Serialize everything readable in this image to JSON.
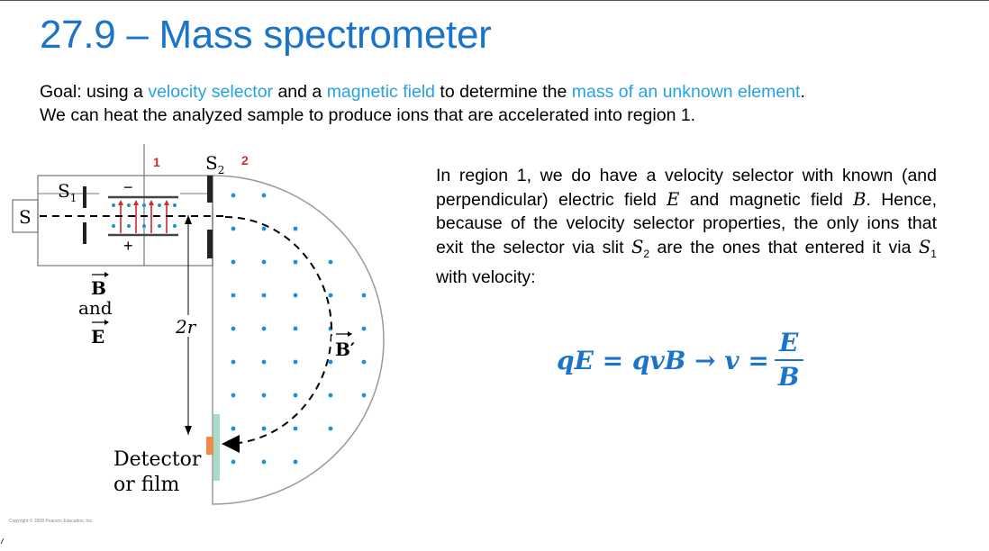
{
  "slide": {
    "title": "27.9 – Mass spectrometer",
    "goal_parts": [
      {
        "text": "Goal: using a ",
        "highlight": false
      },
      {
        "text": "velocity selector",
        "highlight": true
      },
      {
        "text": " and a ",
        "highlight": false
      },
      {
        "text": "magnetic field",
        "highlight": true
      },
      {
        "text": " to determine the ",
        "highlight": false
      },
      {
        "text": "mass of an unknown element",
        "highlight": true
      },
      {
        "text": ".",
        "highlight": false
      }
    ],
    "goal_line2": "We can heat the analyzed sample to  produce ions that are accelerated into region 1.",
    "highlight_color": "#26a2e3",
    "title_color": "#1a74c9"
  },
  "diagram": {
    "region_1_label": "1",
    "region_2_label": "2",
    "source_label": "S",
    "slit1_label": "S",
    "slit1_sub": "1",
    "slit2_label": "S",
    "slit2_sub": "2",
    "plate_minus": "−",
    "plate_plus": "+",
    "field_B_label": "B",
    "and_label": "and",
    "field_E_label": "E",
    "radius_label": "2r",
    "field_Bprime_label": "B′",
    "detector_line1": "Detector",
    "detector_line2": "or film",
    "dot_color": "#1d8fd6",
    "red_label_color": "#d12a2a",
    "detector_color": "#f08a4b",
    "film_color": "#a9dcc8"
  },
  "region_text": {
    "p1": "In region 1, we do have a velocity selector with known (and perpendicular) electric field ",
    "E": "E",
    "p2": " and magnetic field ",
    "B": "B",
    "p3": ". Hence, because of the velocity selector properties, the only ions that exit the selector via slit ",
    "S2": "S",
    "S2_sub": "2",
    "p4": " are the ones that entered it via ",
    "S1": "S",
    "S1_sub": "1",
    "p5": " with velocity:"
  },
  "equation": {
    "lhs": "qE = qvB → v =",
    "numerator": "E",
    "denominator": "B"
  },
  "copyright": "Copyright © 2008 Pearson Education, Inc."
}
